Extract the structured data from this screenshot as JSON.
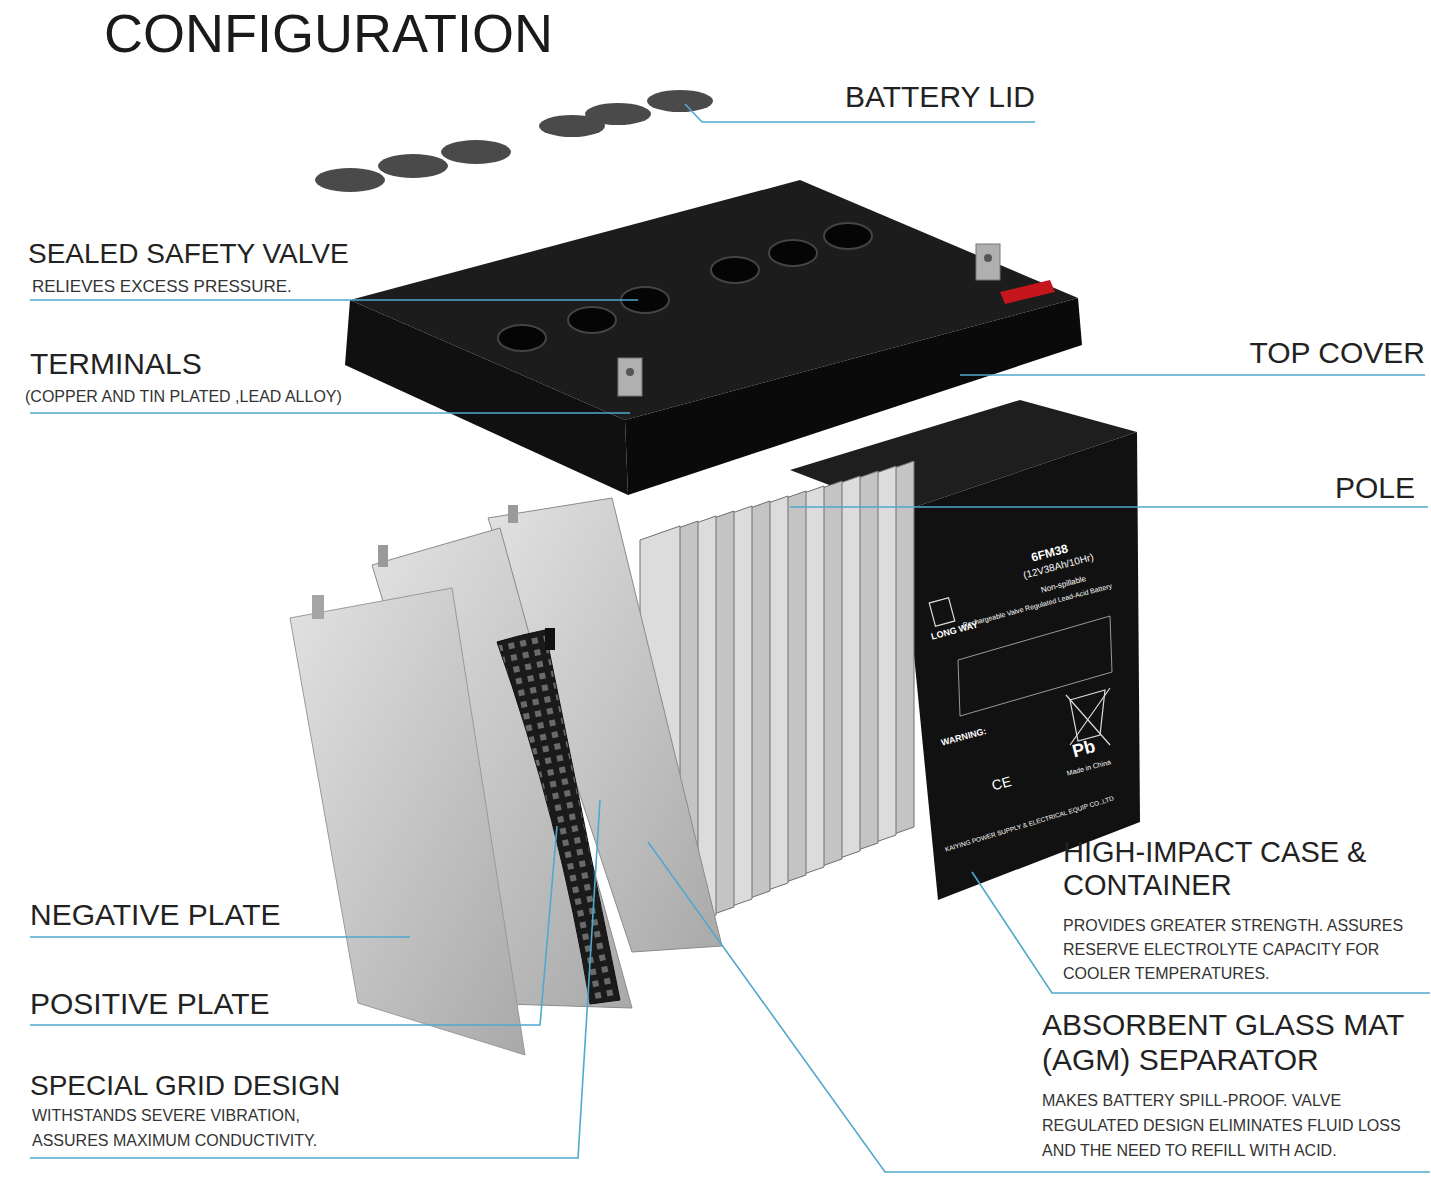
{
  "diagram": {
    "title": "CONFIGURATION",
    "labels": [
      "BATTERY LID",
      "SEALED SAFETY VALVE",
      "RELIEVES EXCESS PRESSURE.",
      "TERMINALS",
      "(COPPER AND TIN PLATED ,LEAD ALLOY)",
      "TOP COVER",
      "POLE",
      "NEGATIVE PLATE",
      "POSITIVE PLATE",
      "SPECIAL GRID DESIGN",
      "WITHSTANDS SEVERE VIBRATION, ASSURES MAXIMUM CONDUCTIVITY.",
      "HIGH-IMPACT CASE & CONTAINER",
      "PROVIDES GREATER STRENGTH. ASSURES RESERVE ELECTROLYTE CAPACITY FOR COOLER TEMPERATURES.",
      "ABSORBENT GLASS MAT (AGM) SEPARATOR",
      "MAKES BATTERY SPILL-PROOF. VALVE REGULATED DESIGN ELIMINATES FLUID LOSS AND THE NEED TO REFILL WITH ACID.",
      "6FM38",
      "(12V38Ah/10Hr)",
      "Non-spillable",
      "LONG WAY",
      "Rechargeable Valve Regulated Lead-Acid Battery",
      "WARNING:",
      "CE",
      "Pb",
      "KAIYING POWER SUPPLY & ELECTRICAL EQUIP CO.,LTD",
      "Made in China"
    ]
  }
}
